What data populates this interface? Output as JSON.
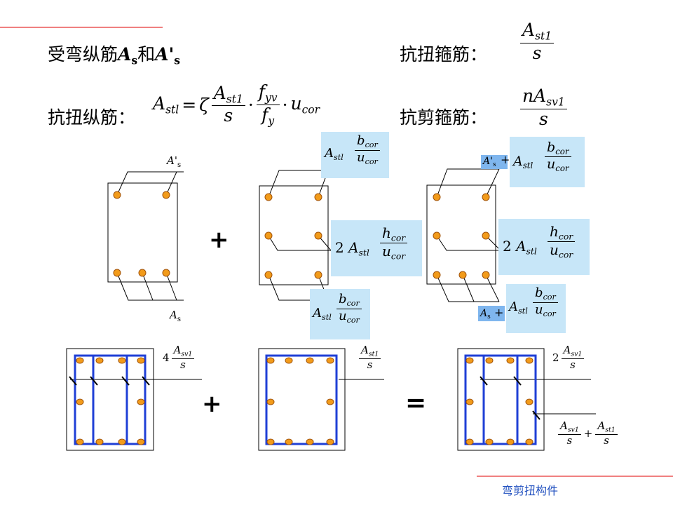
{
  "heading": {
    "longitudinal_flexure": "受弯纵筋",
    "and": "和",
    "torsion_stirrup": "抗扭箍筋：",
    "torsion_longitudinal": "抗扭纵筋：",
    "shear_stirrup": "抗剪箍筋："
  },
  "symbols": {
    "A": "A",
    "s_sub": "s",
    "A_prime": "A'",
    "st1": "st1",
    "stl": "stl",
    "sv1": "sv1",
    "s": "s",
    "n": "n",
    "f": "f",
    "yv": "yv",
    "y": "y",
    "u": "u",
    "cor": "cor",
    "b": "b",
    "h": "h",
    "zeta": "ζ",
    "eq": "=",
    "dot": "·",
    "two": "2",
    "four": "4",
    "plus": "+"
  },
  "operators": {
    "plus1": "+",
    "plus2": "+",
    "equals": "="
  },
  "labels": {
    "A_prime_s": "A' s",
    "A_s": "A s",
    "coef_4": "4",
    "coef_2": "2"
  },
  "colors": {
    "rebar_fill": "#f29b1a",
    "rebar_stroke": "#a0520a",
    "stirrup": "#1f3fd6",
    "highlight": "#c7e6f8",
    "highlight_dark": "#7fb6ee",
    "accent_line": "#f08080",
    "footer_text": "#1f4fbf"
  },
  "footer": "弯剪扭构件"
}
